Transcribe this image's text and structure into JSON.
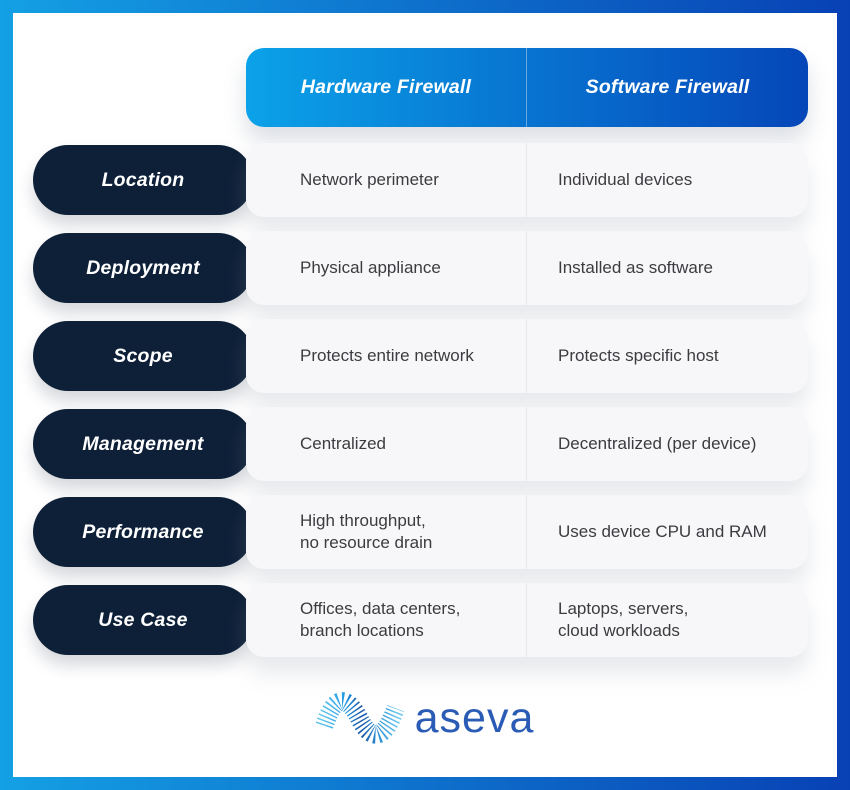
{
  "table": {
    "header": {
      "columns": [
        "Hardware Firewall",
        "Software Firewall"
      ]
    },
    "rows": [
      {
        "label": "Location",
        "hardware": "Network perimeter",
        "software": "Individual devices"
      },
      {
        "label": "Deployment",
        "hardware": "Physical appliance",
        "software": "Installed as software"
      },
      {
        "label": "Scope",
        "hardware": "Protects entire network",
        "software": "Protects specific host"
      },
      {
        "label": "Management",
        "hardware": "Centralized",
        "software": "Decentralized (per device)"
      },
      {
        "label": "Performance",
        "hardware": "High throughput,\nno resource drain",
        "software": "Uses device CPU and RAM"
      },
      {
        "label": "Use Case",
        "hardware": "Offices, data centers,\nbranch locations",
        "software": "Laptops, servers,\ncloud workloads"
      }
    ]
  },
  "branding": {
    "logo_text": "aseva",
    "icon": "wave-icon"
  },
  "colors": {
    "frame_gradient_start": "#14a0e4",
    "frame_gradient_end": "#0841b4",
    "header_gradient_start": "#0ba2e9",
    "header_gradient_end": "#0546b8",
    "label_pill_navy": "#0e2038",
    "row_background": "#f7f7f9",
    "cell_text": "#3c3c40",
    "logo_blue": "#2b5cb5"
  }
}
